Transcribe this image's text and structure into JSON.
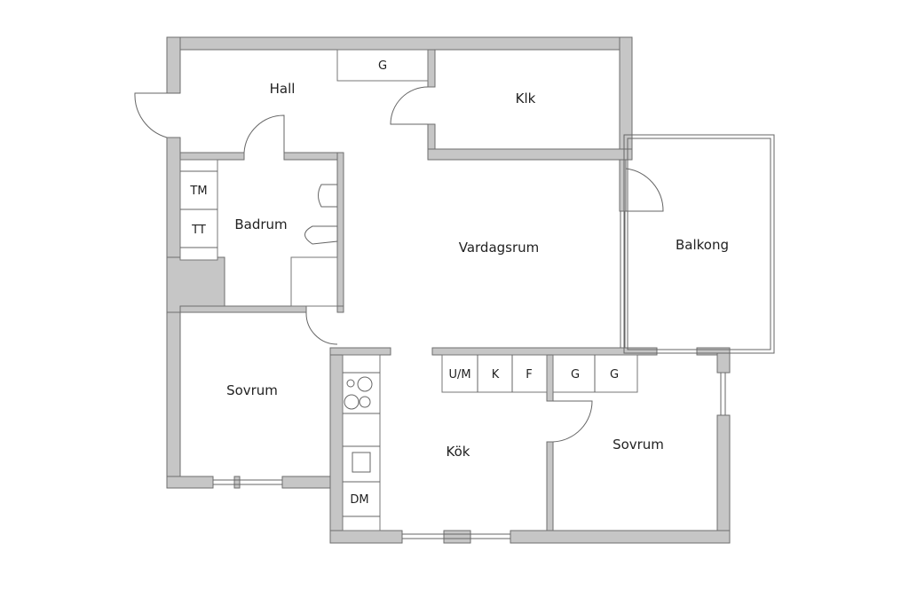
{
  "rooms": {
    "hall": "Hall",
    "klk": "Klk",
    "badrum": "Badrum",
    "vardagsrum": "Vardagsrum",
    "balkong": "Balkong",
    "sovrum_left": "Sovrum",
    "kok": "Kök",
    "sovrum_right": "Sovrum"
  },
  "fixtures": {
    "hall_wardrobe": "G",
    "washing_machine": "TM",
    "dryer": "TT",
    "freezer_combo": "U/M",
    "fridge": "K",
    "freezer": "F",
    "wardrobe_1": "G",
    "wardrobe_2": "G",
    "dishwasher": "DM"
  },
  "colors": {
    "wall": "#c6c6c6",
    "line": "#6e6e6e"
  }
}
